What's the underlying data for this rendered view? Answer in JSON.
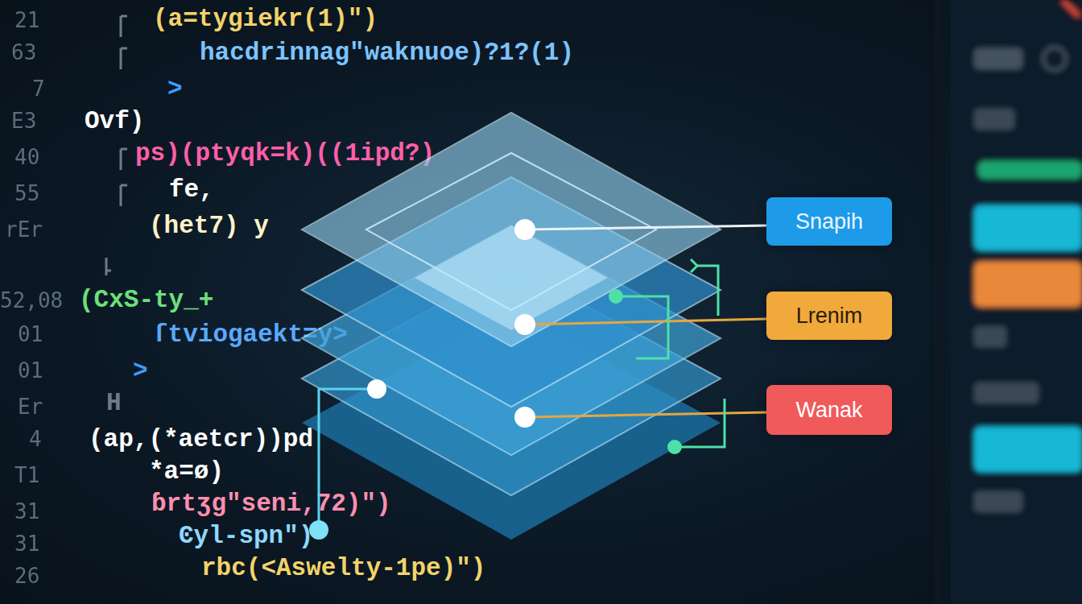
{
  "diagram": {
    "nodes": [
      {
        "text": [
          "Snapih"
        ]
      },
      {
        "text": [
          "Lrenim"
        ]
      },
      {
        "text": [
          "Wanak"
        ]
      }
    ],
    "labels": [
      "21",
      "63",
      "7",
      "E3",
      "40",
      "55",
      "rEr",
      "52,08",
      "01",
      "01",
      "Er",
      "4",
      "T1",
      "31",
      "31",
      "26",
      "(a=tygiekr(1)\")",
      "hacdrinnag\"waknuoe)?1?(1)",
      ">",
      "Ovf)",
      "ps)(ptyqk=k)((1ipd?)",
      "fe,",
      "(het7) y",
      "(CxS-ty_+",
      "ſtviogaekt=y>",
      ">",
      "H",
      "(ap,(*aetcr))pd",
      "*a=ø)",
      "ɓrtʒg\"seni,72)\")",
      "Ͼyl-spn\")",
      "rbc(<Aswelty-1pe)\")"
    ]
  }
}
